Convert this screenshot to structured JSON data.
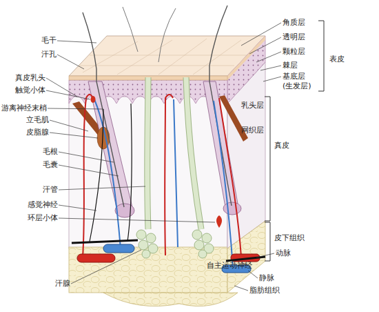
{
  "diagram": {
    "labels": [
      "毛干",
      "汗孔",
      "真皮乳头",
      "触觉小体",
      "游离神经末梢",
      "立毛肌",
      "皮脂腺",
      "毛根",
      "毛囊",
      "汗管",
      "感觉神经",
      "环层小体",
      "汗腺",
      "角质层",
      "透明层",
      "颗粒层",
      "棘层",
      "基底层 (生发层)",
      "表皮",
      "乳头层",
      "网织层",
      "真皮",
      "皮下组织",
      "动脉",
      "自主运动神经",
      "静脉",
      "脂肪组织"
    ]
  }
}
